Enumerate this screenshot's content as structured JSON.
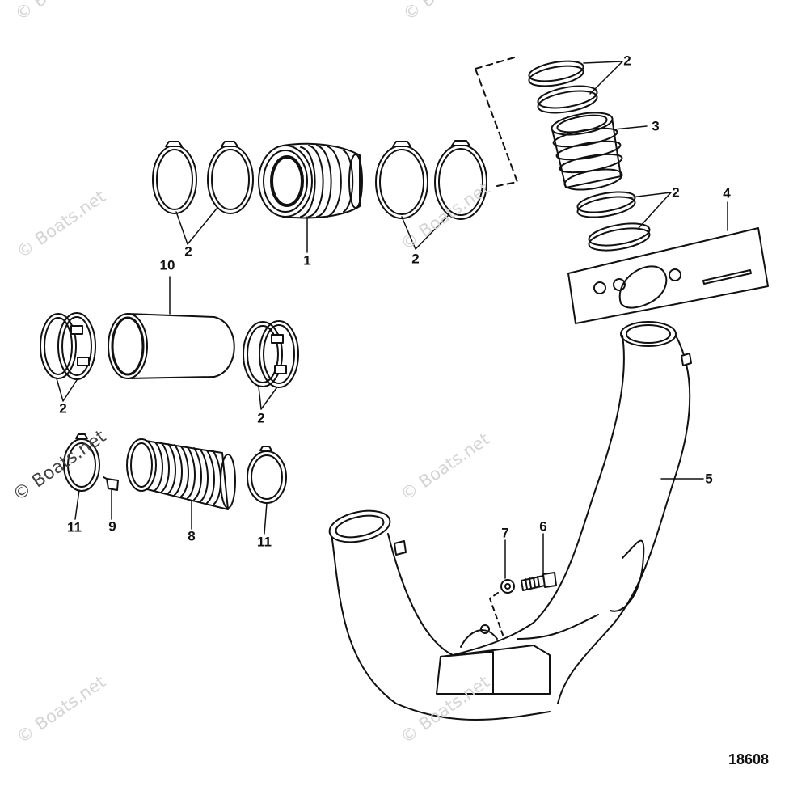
{
  "watermark": "© Boats.net",
  "figure_number": "18608",
  "callouts": {
    "top_clamps_left": "2",
    "coupler": "1",
    "top_clamps_right": "2",
    "riser_clamps_upper": "2",
    "riser_hose": "3",
    "riser_clamps_lower": "2",
    "gasket": "4",
    "exhaust_pipe": "5",
    "bolt": "6",
    "nut": "7",
    "flex_bellows": "8",
    "clip": "9",
    "tube": "10",
    "tube_clamps_left": "2",
    "tube_clamps_right": "2",
    "clamp_left": "11",
    "clamp_right": "11"
  }
}
